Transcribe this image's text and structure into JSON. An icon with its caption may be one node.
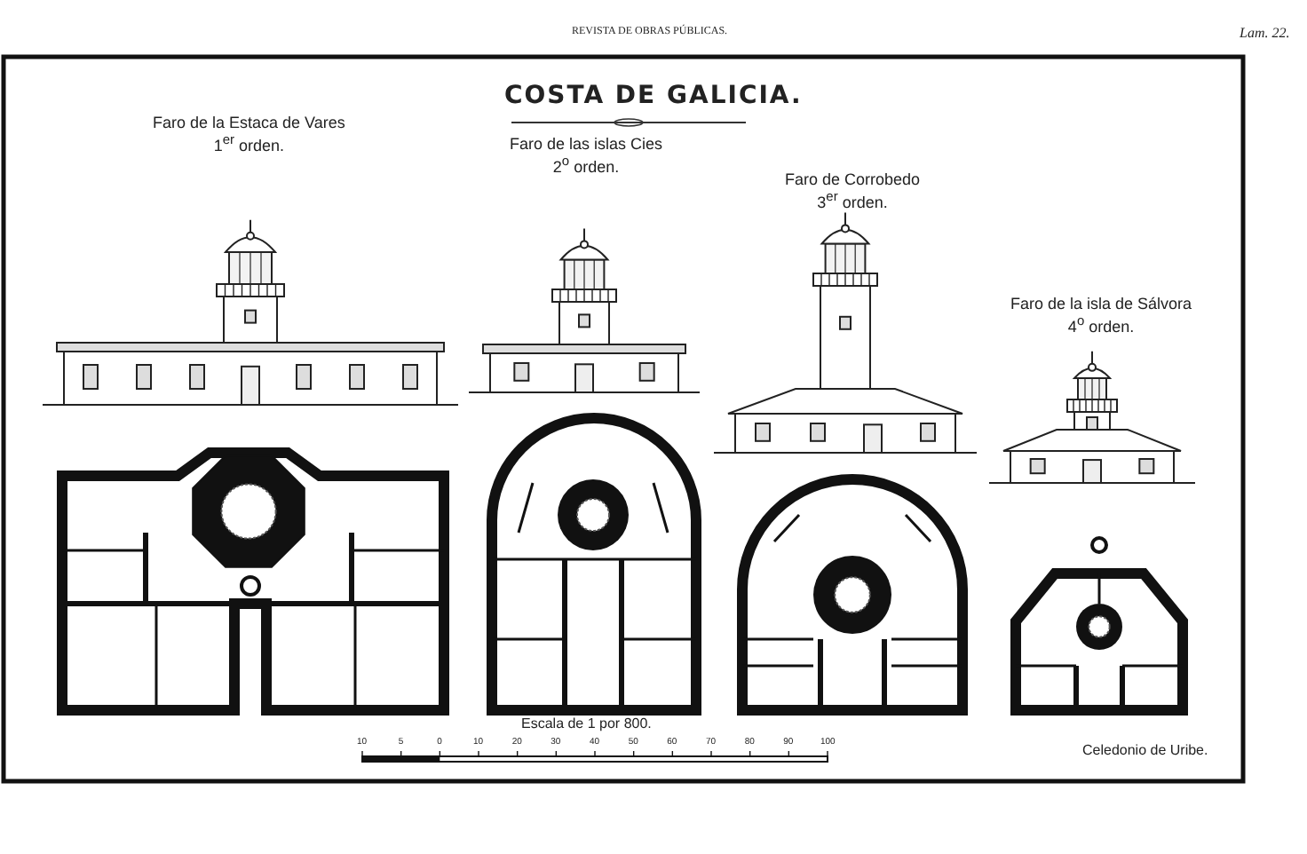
{
  "diagram": {
    "title": "COSTA DE GALICIA.",
    "nodes": [
      {
        "text": [
          "Faro de la Estaca de Vares",
          "1$^{er}$ orden."
        ]
      },
      {
        "text": [
          "Faro de las islas Cies",
          "2$^{o}$ orden."
        ]
      },
      {
        "text": [
          "Faro de Corrobedo",
          "3$^{er}$ orden."
        ]
      },
      {
        "text": [
          "Faro de la isla de Sálvora",
          "4$^{o}$ orden."
        ]
      }
    ],
    "edges": [],
    "labels": [
      "REVISTA DE OBRAS PÚBLICAS.",
      "Lam. 22.",
      "Escala de 1 por 800.",
      "10",
      "5",
      "0",
      "10",
      "20",
      "30",
      "40",
      "50",
      "60",
      "70",
      "80",
      "90",
      "100",
      "Celedonio de Uribe."
    ]
  }
}
